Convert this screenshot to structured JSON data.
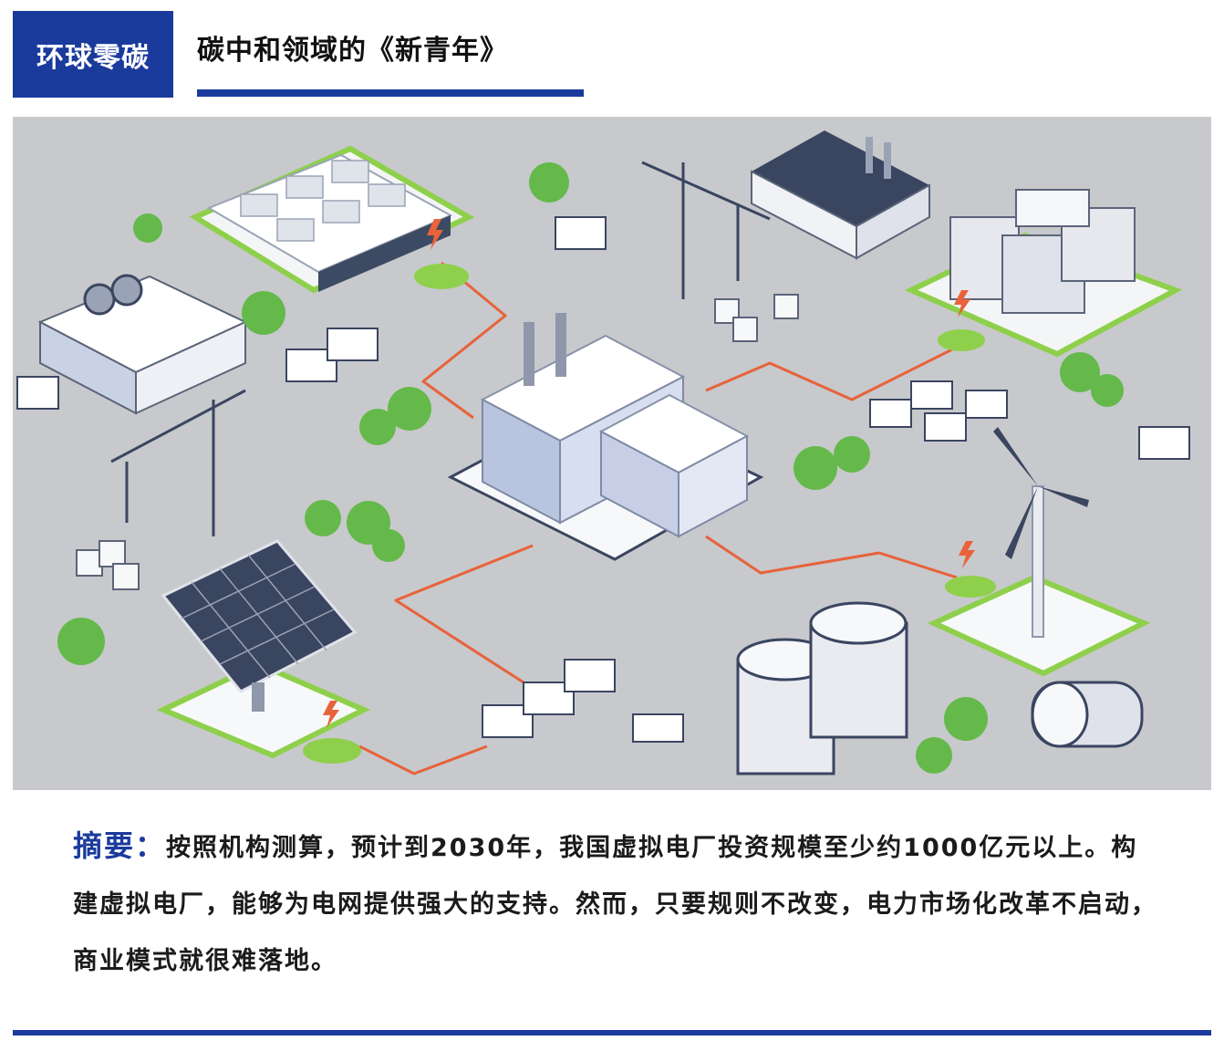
{
  "header": {
    "brand_label": "环球零碳",
    "title": "碳中和领域的《新青年》"
  },
  "summary": {
    "label": "摘要：",
    "text": "按照机构测算，预计到2030年，我国虚拟电厂投资规模至少约1000亿元以上。构建虚拟电厂，能够为电网提供强大的支持。然而，只要规则不改变，电力市场化改革不启动，商业模式就很难落地。"
  },
  "colors": {
    "brand_blue": "#1a3a9c",
    "illustration_bg": "#c7c9cc",
    "grid_line": "#e8623a",
    "green_pad": "#8ed04b"
  }
}
